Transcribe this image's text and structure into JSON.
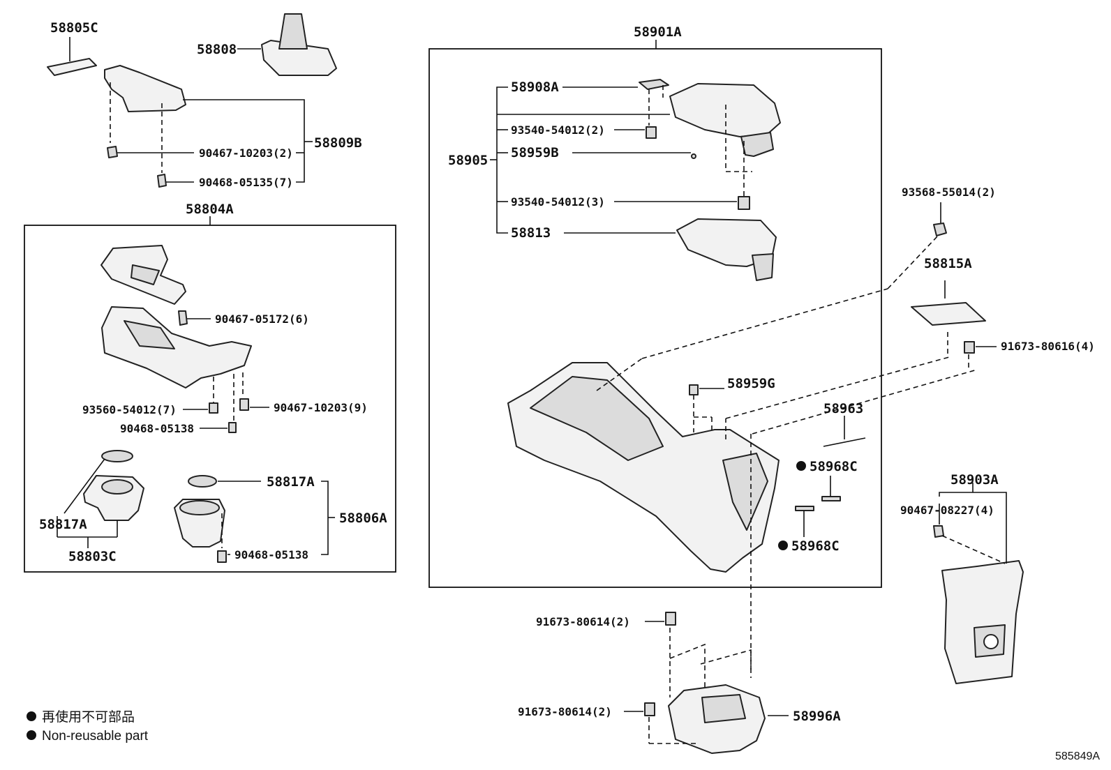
{
  "diagram": {
    "drawing_id": "585849A",
    "legend": {
      "ja": "再使用不可部品",
      "en": "Non-reusable part"
    },
    "labels": {
      "p58805C": "58805C",
      "p58808": "58808",
      "p58809B": "58809B",
      "p90467_10203_2": "90467-10203(2)",
      "p90468_05135_7": "90468-05135(7)",
      "p58804A": "58804A",
      "p90467_05172_6": "90467-05172(6)",
      "p93560_54012_7": "93560-54012(7)",
      "p90467_10203_9": "90467-10203(9)",
      "p90468_05138_a": "90468-05138",
      "p58817A_left": "58817A",
      "p58803C": "58803C",
      "p58817A_right": "58817A",
      "p58806A": "58806A",
      "p90468_05138_b": "90468-05138",
      "p58901A": "58901A",
      "p58908A": "58908A",
      "p93540_54012_2": "93540-54012(2)",
      "p58905": "58905",
      "p58959B": "58959B",
      "p93540_54012_3": "93540-54012(3)",
      "p58813": "58813",
      "p58959G": "58959G",
      "p58963": "58963",
      "p58968C_top": "58968C",
      "p58968C_bottom": "58968C",
      "p93568_55014_2": "93568-55014(2)",
      "p58815A": "58815A",
      "p91673_80616_4": "91673-80616(4)",
      "p58903A": "58903A",
      "p90467_08227_4": "90467-08227(4)",
      "p91673_80614_2_top": "91673-80614(2)",
      "p91673_80614_2_bottom": "91673-80614(2)",
      "p58996A": "58996A"
    }
  }
}
